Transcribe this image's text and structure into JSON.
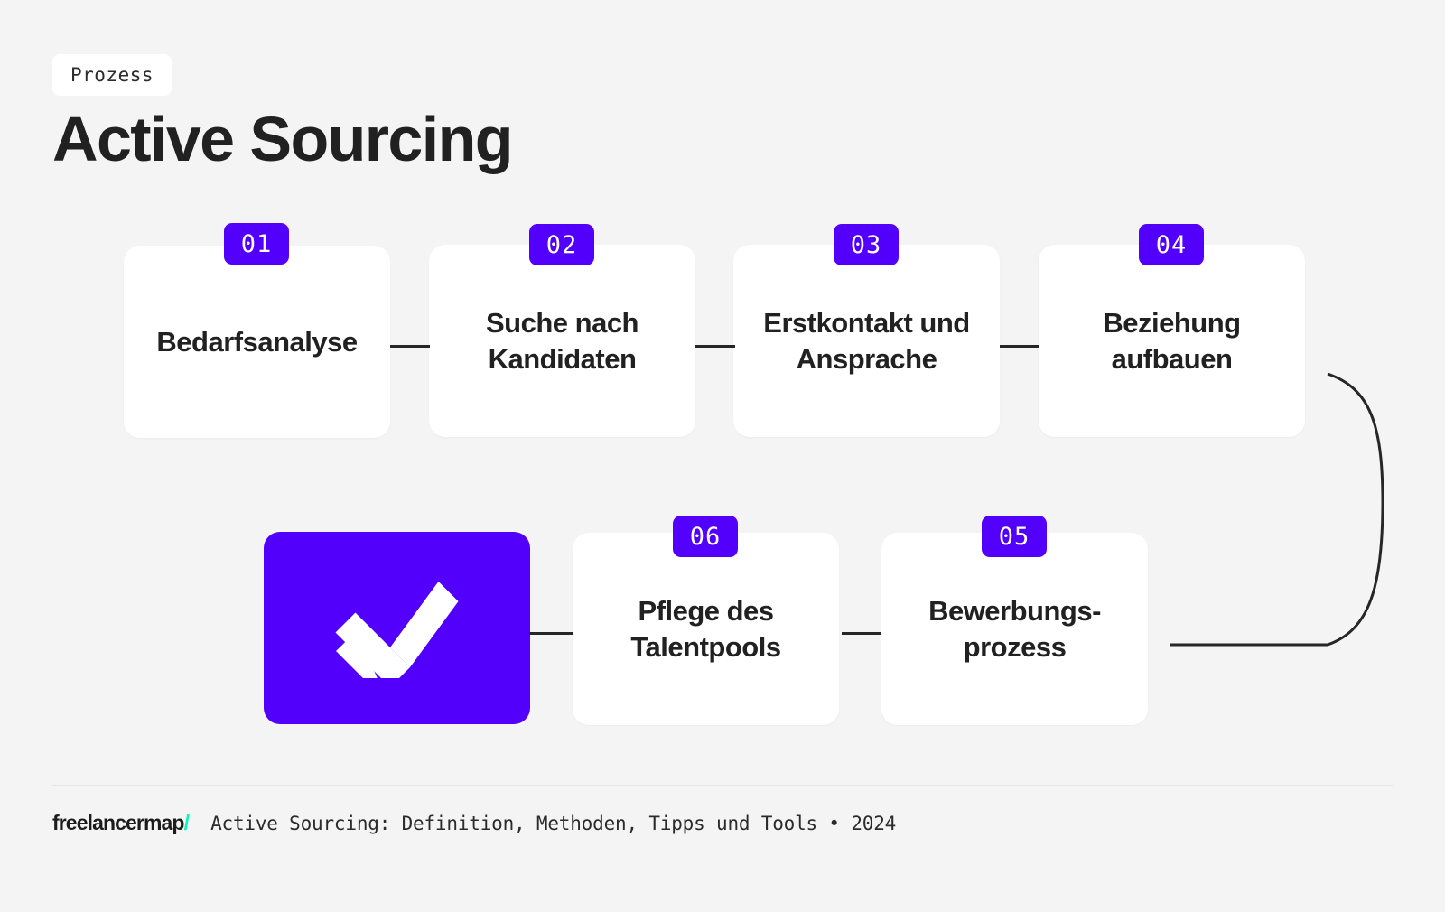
{
  "header": {
    "kicker": "Prozess",
    "title": "Active Sourcing"
  },
  "colors": {
    "background": "#F4F4F4",
    "accent_violet": "#5200FB",
    "card_white": "#FFFFFF",
    "text_dark": "#212121",
    "connector": "#262626",
    "divider": "#E6E6E6",
    "logo_slash_mint": "#10F3B6"
  },
  "flow": {
    "steps": [
      {
        "number": "01",
        "label": "Bedarfsanalyse"
      },
      {
        "number": "02",
        "label": "Suche nach\nKandidaten"
      },
      {
        "number": "03",
        "label": "Erstkontakt und\nAnsprache"
      },
      {
        "number": "04",
        "label": "Beziehung\naufbauen"
      },
      {
        "number": "05",
        "label": "Bewerbungs-\nprozess"
      },
      {
        "number": "06",
        "label": "Pflege des\nTalentpools"
      }
    ],
    "final_icon": "checkmark-icon"
  },
  "footer": {
    "logo_text": "freelancermap",
    "logo_slash": "/",
    "caption": "Active Sourcing: Definition, Methoden, Tipps und Tools • 2024"
  }
}
